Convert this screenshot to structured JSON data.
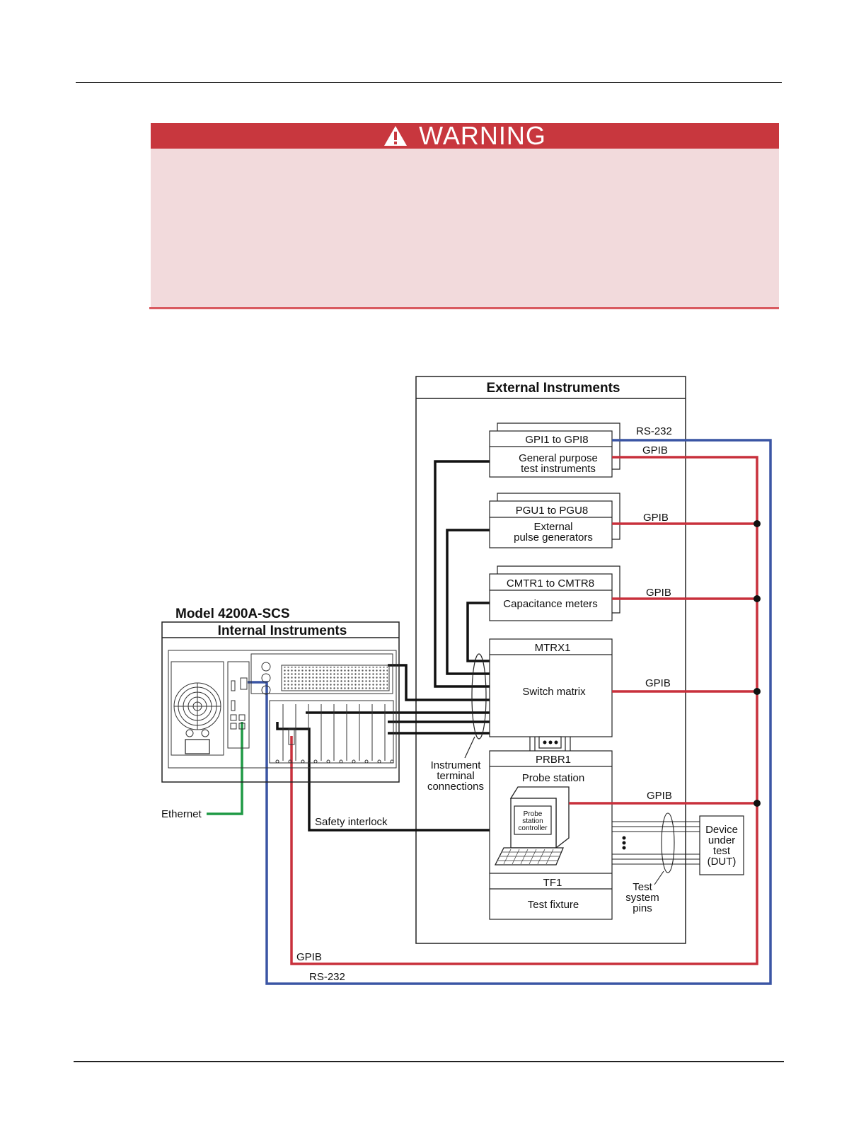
{
  "warning": {
    "title": "WARNING"
  },
  "diagram": {
    "external_title": "External Instruments",
    "model_title": "Model 4200A-SCS",
    "internal_title": "Internal Instruments",
    "gpi": {
      "name": "GPI1 to GPI8",
      "desc1": "General purpose",
      "desc2": "test instruments"
    },
    "pgu": {
      "name": "PGU1 to PGU8",
      "desc1": "External",
      "desc2": "pulse generators"
    },
    "cmtr": {
      "name": "CMTR1 to CMTR8",
      "desc1": "Capacitance meters"
    },
    "mtrx": {
      "name": "MTRX1",
      "desc1": "Switch matrix"
    },
    "prbr": {
      "name": "PRBR1",
      "desc1": "Probe station",
      "controller": [
        "Probe",
        "station",
        "controller"
      ]
    },
    "tf": {
      "name": "TF1",
      "desc1": "Test fixture"
    },
    "dut": [
      "Device",
      "under",
      "test",
      "(DUT)"
    ],
    "labels": {
      "rs232_top": "RS-232",
      "gpib_gpi": "GPIB",
      "gpib_pgu": "GPIB",
      "gpib_cmtr": "GPIB",
      "gpib_mtrx": "GPIB",
      "gpib_prbr": "GPIB",
      "gpib_bottom": "GPIB",
      "rs232_bottom": "RS-232",
      "ethernet": "Ethernet",
      "safety_interlock": "Safety interlock",
      "instrument_terminal": [
        "Instrument",
        "terminal",
        "connections"
      ],
      "test_system_pins": [
        "Test",
        "system",
        "pins"
      ]
    },
    "colors": {
      "gpib": "#c8303c",
      "rs232": "#3a55a4",
      "ethernet": "#1f9a45",
      "wire": "#111111"
    }
  }
}
